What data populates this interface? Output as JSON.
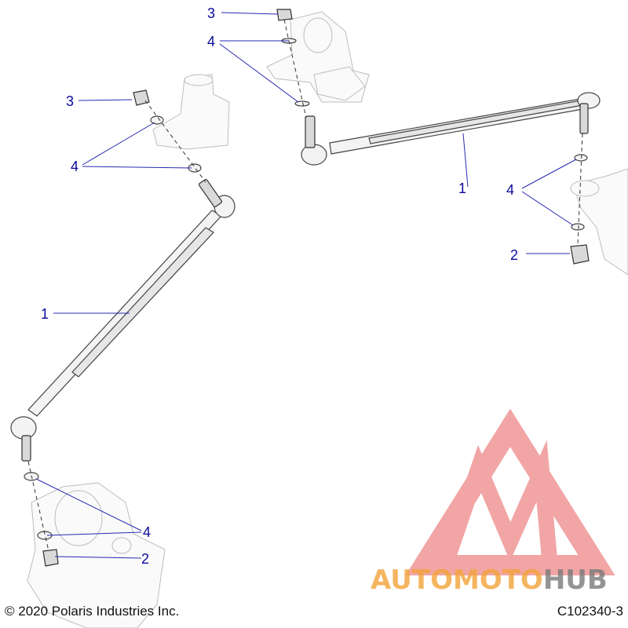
{
  "callouts": {
    "c1_right": "1",
    "c1_left": "1",
    "c2_right": "2",
    "c2_left": "2",
    "c3_top": "3",
    "c3_left": "3",
    "c4_top": "4",
    "c4_left": "4",
    "c4_right": "4",
    "c4_bottom": "4"
  },
  "footer": {
    "copyright": "© 2020 Polaris Industries Inc.",
    "figure_id": "C102340-3"
  },
  "watermark": {
    "brand": "AUTOMOTOHUB",
    "colors": {
      "triangle": "#e85c5c",
      "auto": "#f2a33a",
      "moto": "#f2a33a",
      "hub": "#7a7a7a"
    }
  }
}
